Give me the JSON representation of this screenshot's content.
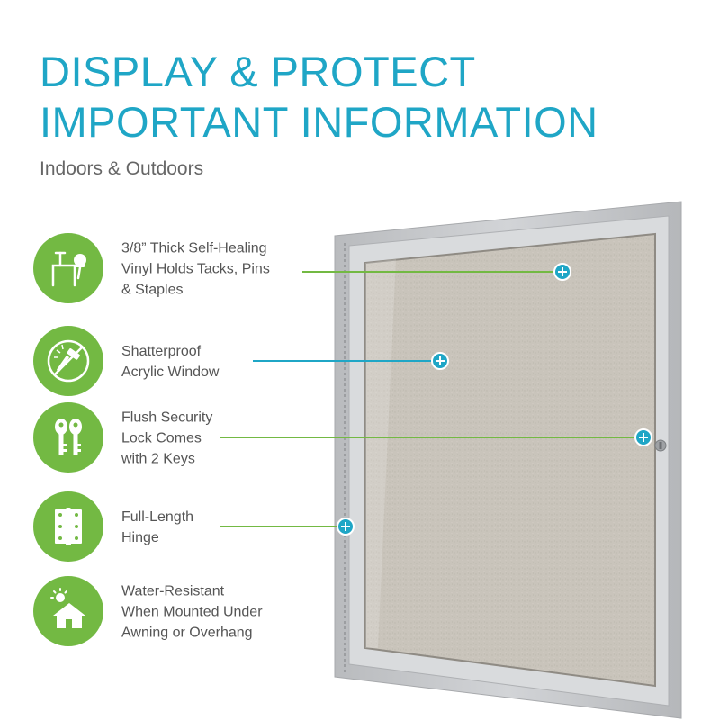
{
  "headline": {
    "line1": "DISPLAY & PROTECT",
    "line2": "IMPORTANT INFORMATION"
  },
  "subtitle": "Indoors & Outdoors",
  "colors": {
    "headline": "#1fa6c6",
    "icon_circle": "#73b943",
    "callout_green": "#73b943",
    "callout_blue": "#1fa6c6",
    "frame": "#c4c6c9",
    "corkboard": "#c9c4bb"
  },
  "features": [
    {
      "label": "3/8” Thick Self-Healing\nVinyl Holds Tacks, Pins\n& Staples",
      "icon": "pushpin-desk-icon",
      "callout_color": "green"
    },
    {
      "label": "Shatterproof\nAcrylic Window",
      "icon": "no-hammer-icon",
      "callout_color": "blue"
    },
    {
      "label": "Flush Security\nLock Comes\nwith 2 Keys",
      "icon": "keys-icon",
      "callout_color": "green"
    },
    {
      "label": "Full-Length\nHinge",
      "icon": "hinge-icon",
      "callout_color": "green"
    },
    {
      "label": "Water-Resistant\nWhen Mounted Under\nAwning or Overhang",
      "icon": "house-sun-icon",
      "callout_color": "none"
    }
  ]
}
